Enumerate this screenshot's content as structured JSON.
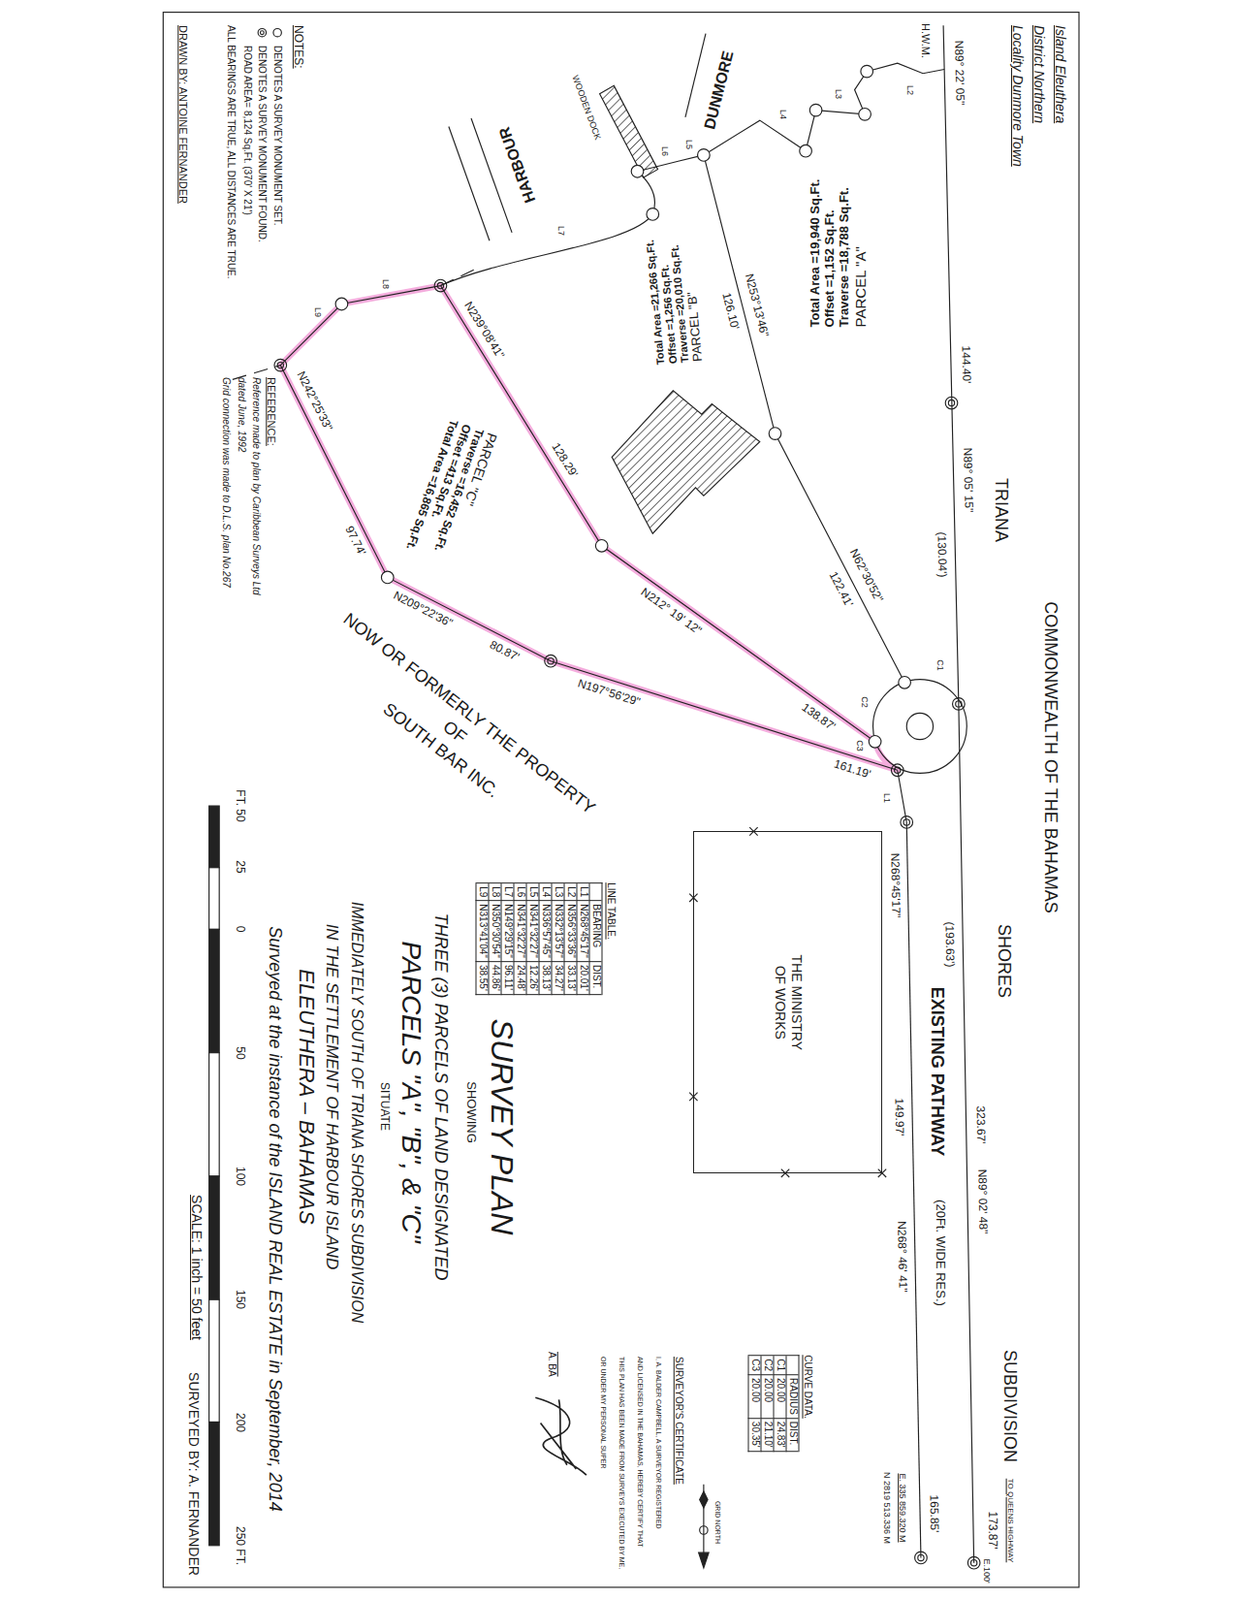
{
  "diagram": {
    "title": "SURVEY PLAN",
    "nodes": [
      {
        "text": [
          "PARCEL \"A\"",
          "Traverse =18,788 Sq.Ft.",
          "Offset =1,152 Sq.Ft.",
          "Total Area =19,940 Sq.Ft."
        ]
      },
      {
        "text": [
          "PARCEL \"B\"",
          "Traverse =20,010 Sq.Ft.",
          "Offset =1,256 Sq.Ft.",
          "Total Area =21,266 Sq.Ft."
        ]
      },
      {
        "text": [
          "PARCEL \"C\"",
          "Traverse =16,452 Sq.Ft.",
          "Offset =413 Sq.Ft.",
          "Total Area =16,865 Sq.Ft."
        ]
      },
      {
        "text": [
          "THE MINISTRY OF WORKS"
        ]
      }
    ],
    "labels": [
      "Island Eleuthera",
      "District Northern",
      "Locality Dunmore Town",
      "COMMONWEALTH OF THE BAHAMAS",
      "TRIANA",
      "SHORES",
      "SUBDIVISION",
      "EXISTING PATHWAY",
      "(20Ft. WIDE RES.)",
      "TO QUEENS HIGHWAY",
      "E.100'",
      "173.87'",
      "E. 335 859.320 M",
      "N 2819 513.336 M",
      "H.W.M.",
      "N89° 22' 05\"",
      "144.40'",
      "N89° 05' 15\"",
      "(130.04')",
      "(193.63')",
      "323.67'",
      "N89° 02' 48\"",
      "N268°45'17\"",
      "149.97'",
      "N268° 46' 41\"",
      "165.85'",
      "N62°30'52\"",
      "122.41'",
      "N253°13'46\"",
      "126.10'",
      "N239°08'41\"",
      "128.29'",
      "N212° 19' 12\"",
      "138.87'",
      "N242°25'33\"",
      "97.74'",
      "N209°22'36\"",
      "80.87'",
      "N197°56'29\"",
      "161.19'",
      "C1",
      "C2",
      "C3",
      "L1",
      "L2",
      "L3",
      "L4",
      "L5",
      "L6",
      "L7",
      "L8",
      "L9",
      "DUNMORE",
      "HARBOUR",
      "WOODEN DOCK",
      "NOW OR FORMERLY THE PROPERTY",
      "OF",
      "SOUTH BAR INC.",
      "LINE TABLE.",
      "BEARING",
      "DIST.",
      "L1",
      "N268°45'17\"",
      "20.01'",
      "L2",
      "N356°33'36\"",
      "33.13'",
      "L3",
      "N332°13'57\"",
      "34.27'",
      "L4",
      "N336°57'45\"",
      "38.13'",
      "L5",
      "N341°32'27\"",
      "12.26'",
      "L6",
      "N341°32'27\"",
      "24.48'",
      "L7",
      "N149°29'15\"",
      "96.11'",
      "L8",
      "N350°30'54\"",
      "44.86'",
      "L9",
      "N313°41'04\"",
      "38.55'",
      "CURVE DATA.",
      "RADIUS",
      "DIST.",
      "C1",
      "20.00",
      "24.83'",
      "C2",
      "20.00",
      "21.10'",
      "C3",
      "20.00",
      "30.35'",
      "SURVEYOR'S CERTIFICATE",
      "I, A. BALDER CAMPBELL, A SURVEYOR REGISTERED",
      "AND LICENSED IN THE BAHAMAS, HEREBY CERTIFY THAT",
      "THIS PLAN HAS BEEN MADE FROM SURVEYS EXECUTED BY ME,",
      "OR UNDER MY PERSONAL SUPER",
      "A. BA",
      "GRID NORTH",
      "SHOWING",
      "THREE (3) PARCELS OF LAND DESIGNATED",
      "PARCELS \"A\", \"B\", & \"C\"",
      "SITUATE",
      "IMMEDIATELY SOUTH OF TRIANA SHORES SUBDIVISION",
      "IN THE SETTLEMENT OF HARBOUR ISLAND",
      "ELEUTHERA – BAHAMAS",
      "Surveyed at the instance of the ISLAND REAL ESTATE in September, 2014",
      "FT. 50",
      "25",
      "0",
      "50",
      "100",
      "150",
      "200",
      "250 FT.",
      "SCALE: 1 inch = 50 feet",
      "SURVEYED BY: A. FERNANDER",
      "NOTES:",
      "ROAD AREA= 8,124 Sq.Ft. (370' X 21')",
      "ALL BEARINGS ARE TRUE, ALL DISTANCES ARE TRUE.",
      "DRAWN BY: ANTOINE FERNANDER",
      "REFERENCE:",
      "Reference made to plan by Caribbean Surveys Ltd",
      "dated June, 1992",
      "Grid connection was made to D.L.S. plan No.267"
    ],
    "legend": [
      {
        "text": "DENOTES A SURVEY MONUMENT SET."
      },
      {
        "text": "DENOTES A SURVEY MONUMENT FOUND."
      }
    ]
  }
}
